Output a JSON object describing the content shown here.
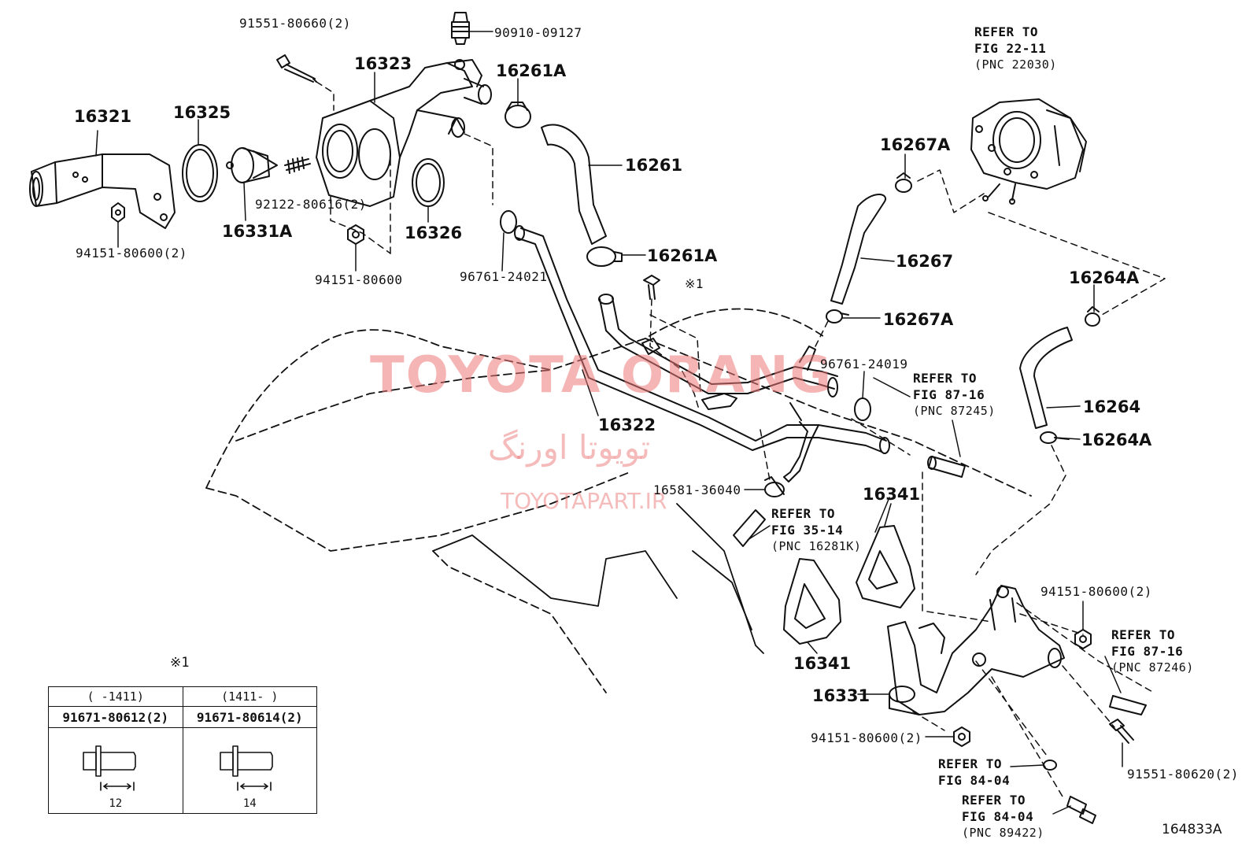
{
  "watermark": {
    "brand": "TOYOTA ORANG",
    "brand_fa": "تویوتا اورنگ",
    "site": "TOYOTAPART.IR"
  },
  "diagram_code": "164833A",
  "star_note": "※1",
  "parts": {
    "p16321": "16321",
    "p16325": "16325",
    "p16331A": "16331A",
    "p16323": "16323",
    "p16326": "16326",
    "p16261A_top": "16261A",
    "p16261": "16261",
    "p16261A_mid": "16261A",
    "p16322": "16322",
    "p16267A_top": "16267A",
    "p16267": "16267",
    "p16267A_mid": "16267A",
    "p16264A_top": "16264A",
    "p16264": "16264",
    "p16264A_bot": "16264A",
    "p16341_a": "16341",
    "p16341_b": "16341",
    "p16331": "16331"
  },
  "numbers": {
    "n91551_80660": "91551-80660(2)",
    "n90910_09127": "90910-09127",
    "n92122_80616": "92122-80616(2)",
    "n94151_80600_2": "94151-80600(2)",
    "n94151_80600": "94151-80600",
    "n96761_24021": "96761-24021",
    "star1": "※1",
    "n96761_24019": "96761-24019",
    "n16581_36040": "16581-36040",
    "n94151_80600_r": "94151-80600(2)",
    "n94151_80600_b": "94151-80600(2)",
    "n91551_80620": "91551-80620(2)"
  },
  "refs": [
    {
      "l1": "REFER TO",
      "l2": "FIG 22-11",
      "l3": "(PNC 22030)"
    },
    {
      "l1": "REFER TO",
      "l2": "FIG 87-16",
      "l3": "(PNC 87245)"
    },
    {
      "l1": "REFER TO",
      "l2": "FIG 35-14",
      "l3": "(PNC 16281K)"
    },
    {
      "l1": "REFER TO",
      "l2": "FIG 87-16",
      "l3": "(PNC 87246)"
    },
    {
      "l1": "REFER TO",
      "l2": "FIG 84-04",
      "l3": ""
    },
    {
      "l1": "REFER TO",
      "l2": "FIG 84-04",
      "l3": "(PNC 89422)"
    }
  ],
  "legend": {
    "left_range": "(     -1411)",
    "right_range": "(1411-     )",
    "left_part": "91671-80612(2)",
    "right_part": "91671-80614(2)",
    "left_dim": "12",
    "right_dim": "14"
  }
}
